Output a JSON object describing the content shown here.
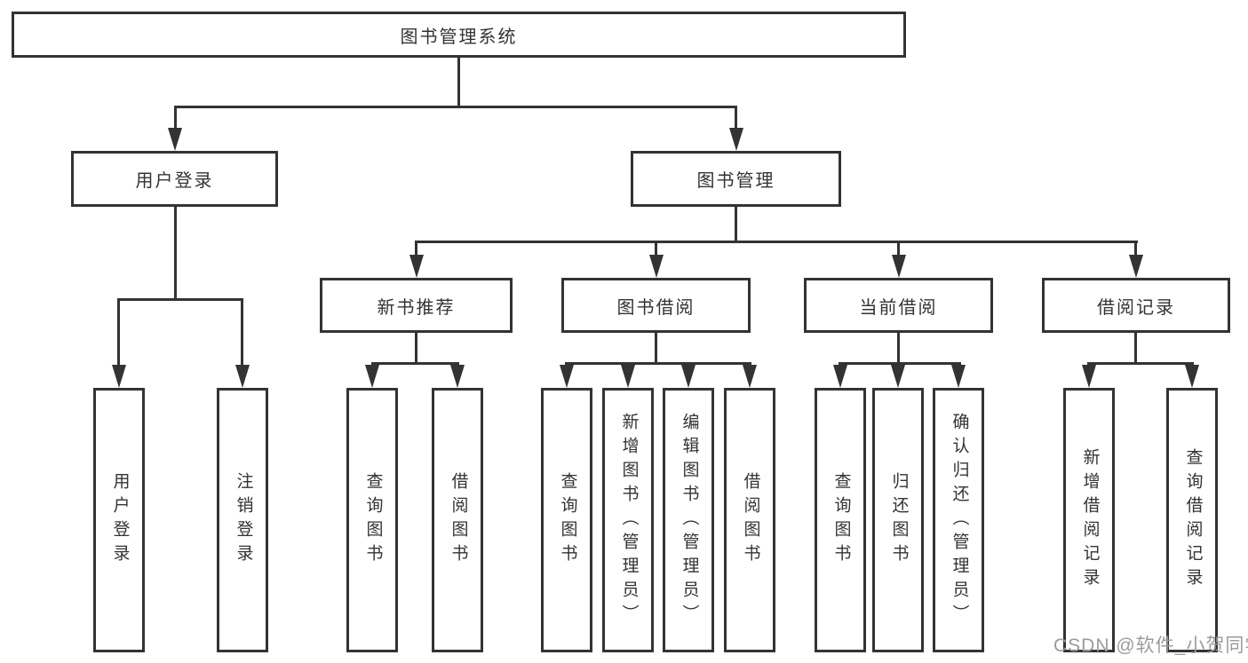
{
  "diagram": {
    "type": "hierarchy-tree",
    "root": "图书管理系统",
    "branches": [
      {
        "label": "用户登录",
        "children": [
          "用户登录",
          "注销登录"
        ]
      },
      {
        "label": "图书管理",
        "sections": [
          {
            "label": "新书推荐",
            "children": [
              "查询图书",
              "借阅图书"
            ]
          },
          {
            "label": "图书借阅",
            "children": [
              "查询图书",
              "新增图书（管理员）",
              "编辑图书（管理员）",
              "借阅图书"
            ]
          },
          {
            "label": "当前借阅",
            "children": [
              "查询图书",
              "归还图书",
              "确认归还（管理员）"
            ]
          },
          {
            "label": "借阅记录",
            "children": [
              "新增借阅记录",
              "查询借阅记录"
            ]
          }
        ]
      }
    ]
  },
  "watermark": {
    "text": "CSDN @软件_小贺同学",
    "color": "#9b9b9b"
  },
  "colors": {
    "line": "#333333",
    "text": "#333333",
    "background": "#ffffff"
  }
}
